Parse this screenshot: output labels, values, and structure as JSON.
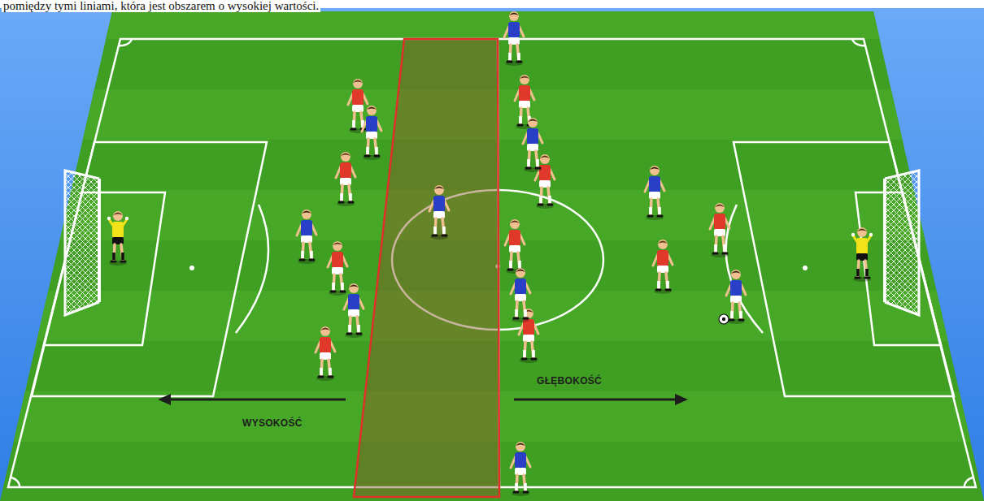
{
  "diagram": {
    "labels": [
      "pomiędzy tymi liniami, która jest obszarem o wysokiej wartości.",
      "WYSOKOŚĆ",
      "GŁĘBOKOŚĆ"
    ]
  }
}
